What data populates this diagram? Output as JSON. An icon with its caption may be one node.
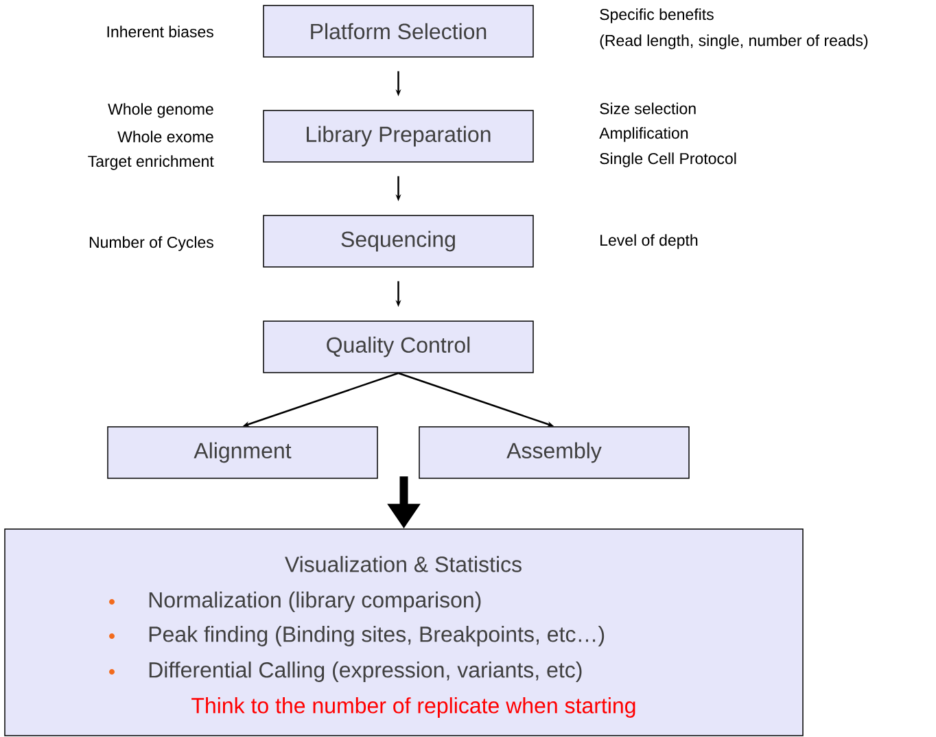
{
  "diagram": {
    "nodes": [
      {
        "text": [
          "Platform Selection"
        ]
      },
      {
        "text": [
          "Library Preparation"
        ]
      },
      {
        "text": [
          "Sequencing"
        ]
      },
      {
        "text": [
          "Quality Control"
        ]
      },
      {
        "text": [
          "Alignment"
        ]
      },
      {
        "text": [
          "Assembly"
        ]
      },
      {
        "text": [
          "Visualization & Statistics",
          "Normalization (library comparison)",
          "Peak finding (Binding sites, Breakpoints, etc…)",
          "Differential Calling (expression, variants, etc)",
          "Think to the number of replicate when starting"
        ]
      }
    ],
    "edges": [
      {
        "from": 0,
        "to": 1,
        "arrow": "to"
      },
      {
        "from": 1,
        "to": 2,
        "arrow": "to"
      },
      {
        "from": 2,
        "to": 3,
        "arrow": "to"
      },
      {
        "from": 3,
        "to": 4,
        "arrow": "to"
      },
      {
        "from": 3,
        "to": 5,
        "arrow": "to"
      },
      {
        "from": null,
        "to": 6,
        "arrow": "to",
        "style": "thick"
      }
    ],
    "labels": [
      "Inherent biases",
      "Specific benefits",
      "(Read length, single, number of reads)",
      "Whole genome",
      "Whole exome",
      "Target enrichment",
      "Size selection",
      "Amplification",
      "Single Cell Protocol",
      "Number of Cycles",
      "Level of depth"
    ]
  }
}
